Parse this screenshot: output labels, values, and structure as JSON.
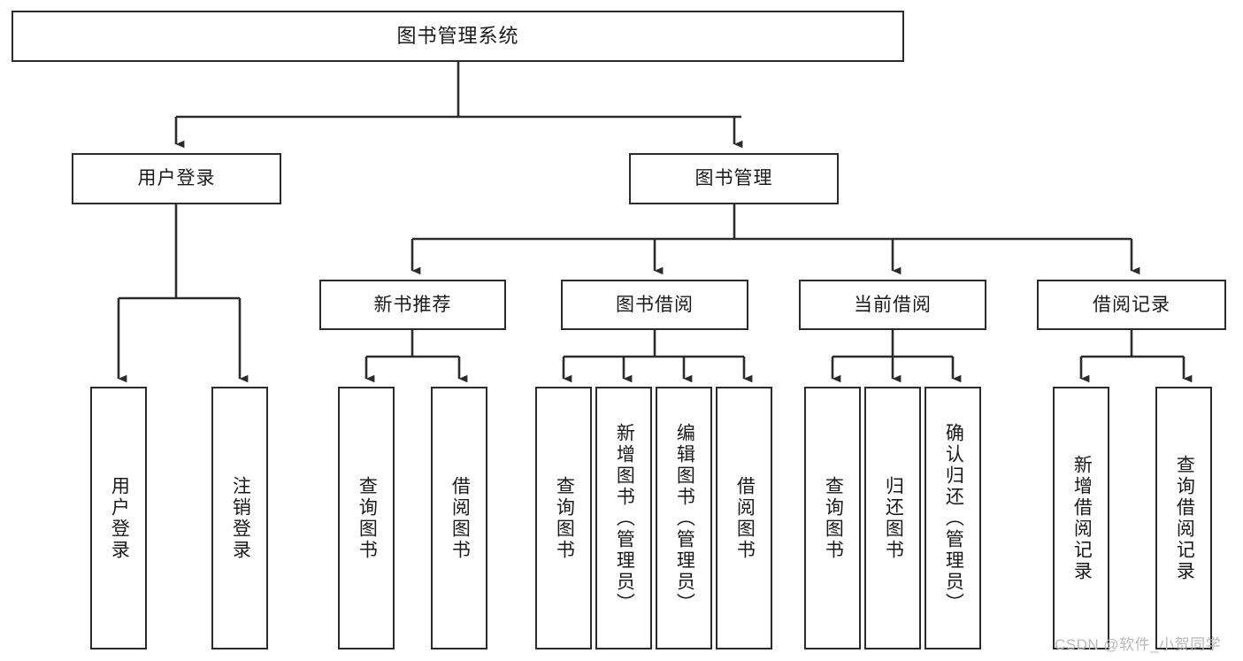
{
  "diagram": {
    "title": "图书管理系统",
    "type": "tree-hierarchy",
    "root": {
      "id": "root",
      "label": "图书管理系统"
    },
    "level2": [
      {
        "id": "user-login",
        "label": "用户登录"
      },
      {
        "id": "book-manage",
        "label": "图书管理"
      }
    ],
    "level3": [
      {
        "id": "new-book-recommend",
        "label": "新书推荐",
        "parent": "book-manage"
      },
      {
        "id": "book-borrow",
        "label": "图书借阅",
        "parent": "book-manage"
      },
      {
        "id": "current-borrow",
        "label": "当前借阅",
        "parent": "book-manage"
      },
      {
        "id": "borrow-record",
        "label": "借阅记录",
        "parent": "book-manage"
      }
    ],
    "leaves": [
      {
        "id": "leaf-user-login",
        "label": "用户登录",
        "parent": "user-login"
      },
      {
        "id": "leaf-logout-login",
        "label": "注销登录",
        "parent": "user-login"
      },
      {
        "id": "leaf-query-book-1",
        "label": "查询图书",
        "parent": "new-book-recommend"
      },
      {
        "id": "leaf-borrow-book-1",
        "label": "借阅图书",
        "parent": "new-book-recommend"
      },
      {
        "id": "leaf-query-book-2",
        "label": "查询图书",
        "parent": "book-borrow"
      },
      {
        "id": "leaf-add-book",
        "label": "新增图书（管理员）",
        "parent": "book-borrow"
      },
      {
        "id": "leaf-edit-book",
        "label": "编辑图书（管理员）",
        "parent": "book-borrow"
      },
      {
        "id": "leaf-borrow-book-2",
        "label": "借阅图书",
        "parent": "book-borrow"
      },
      {
        "id": "leaf-query-book-3",
        "label": "查询图书",
        "parent": "current-borrow"
      },
      {
        "id": "leaf-return-book",
        "label": "归还图书",
        "parent": "current-borrow"
      },
      {
        "id": "leaf-confirm-return",
        "label": "确认归还（管理员）",
        "parent": "current-borrow"
      },
      {
        "id": "leaf-add-record",
        "label": "新增借阅记录",
        "parent": "borrow-record"
      },
      {
        "id": "leaf-query-record",
        "label": "查询借阅记录",
        "parent": "borrow-record"
      }
    ],
    "colors": {
      "stroke": "#2b2b2b",
      "background": "#ffffff",
      "text": "#1a1a1a",
      "watermark": "#b9b9b9"
    }
  },
  "watermark": {
    "text": "CSDN @软件_小贺同学"
  }
}
